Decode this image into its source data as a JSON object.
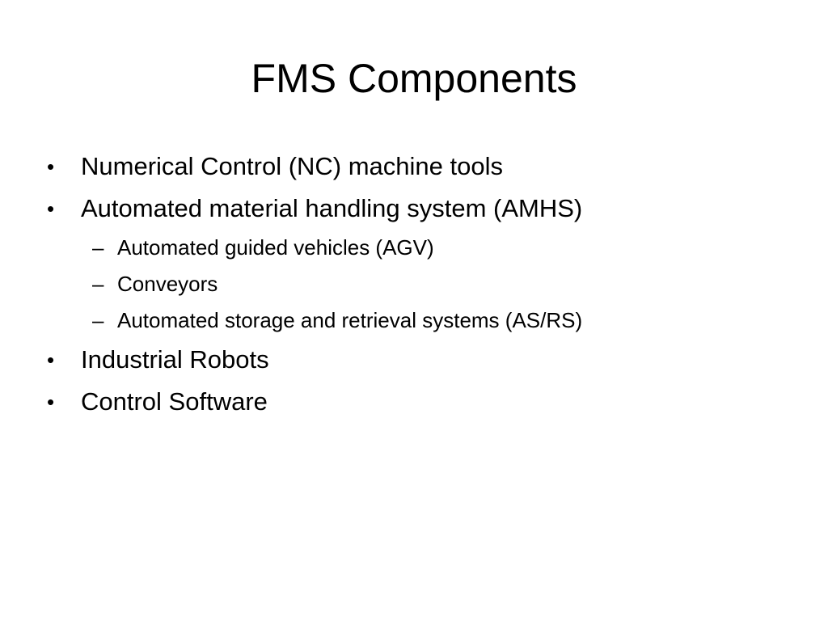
{
  "slide": {
    "title": "FMS Components",
    "bullet_marker": "•",
    "sub_marker": "–",
    "bullets": [
      {
        "text": "Numerical Control (NC) machine tools",
        "sub": []
      },
      {
        "text": "Automated material handling system (AMHS)",
        "sub": [
          "Automated guided vehicles (AGV)",
          "Conveyors",
          "Automated storage and retrieval systems (AS/RS)"
        ]
      },
      {
        "text": "Industrial Robots",
        "sub": []
      },
      {
        "text": "Control Software",
        "sub": []
      }
    ]
  }
}
